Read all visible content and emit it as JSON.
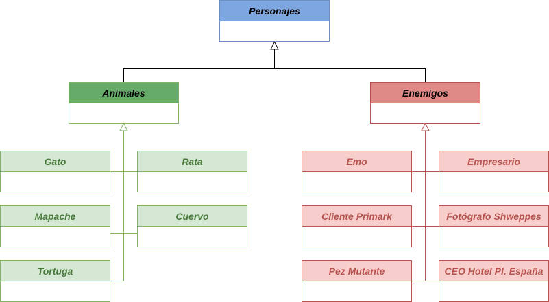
{
  "root": "Personajes",
  "groups": {
    "animales": {
      "label": "Animales",
      "children": [
        "Gato",
        "Rata",
        "Mapache",
        "Cuervo",
        "Tortuga"
      ]
    },
    "enemigos": {
      "label": "Enemigos",
      "children": [
        "Emo",
        "Empresario",
        "Cliente Primark",
        "Fotógrafo Shweppes",
        "Pez Mutante",
        "CEO Hotel Pl. España"
      ]
    }
  },
  "colors": {
    "root": "#7ea6e0",
    "animales": "#67ab6a",
    "animales_child": "#d5e8d4",
    "enemigos": "#e08a88",
    "enemigos_child": "#f8cecc"
  }
}
